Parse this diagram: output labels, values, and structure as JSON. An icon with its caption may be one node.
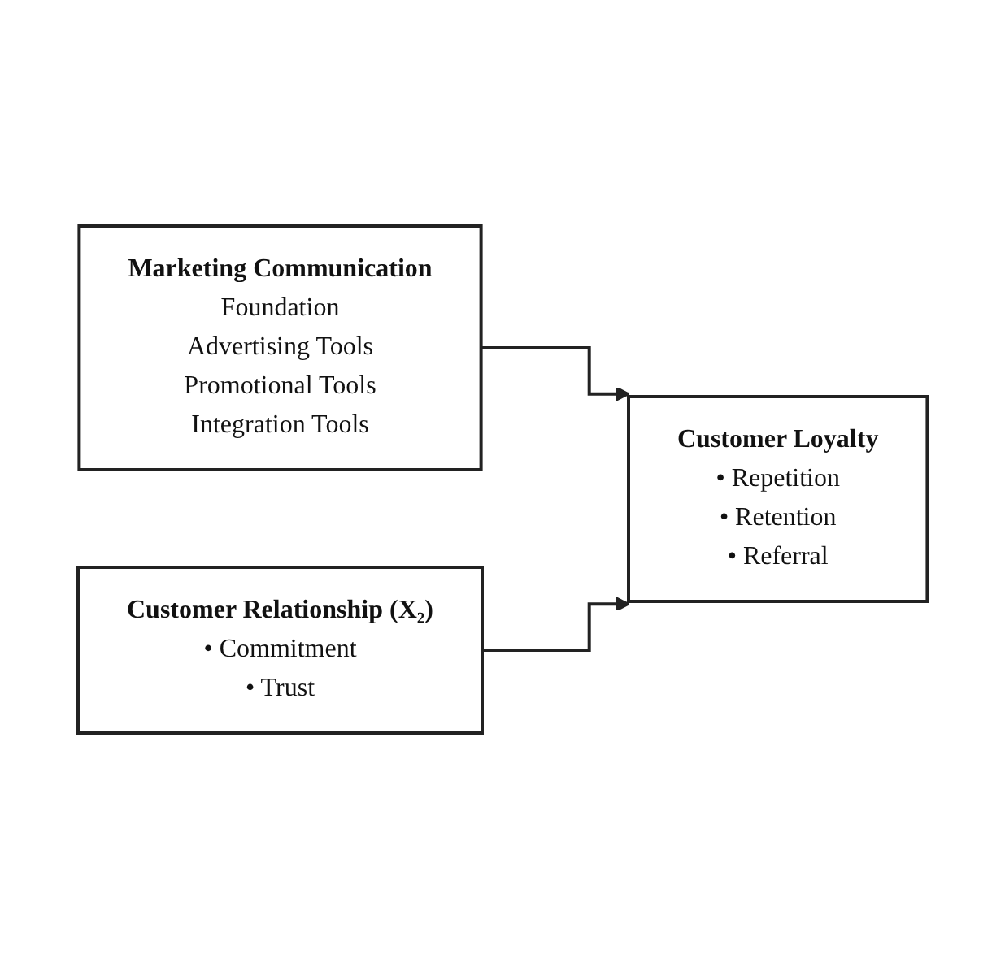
{
  "diagram": {
    "nodes": [
      {
        "text": [
          "Marketing Communication",
          "Foundation",
          "Advertising Tools",
          "Promotional Tools",
          "Integration Tools"
        ]
      },
      {
        "text": [
          "Customer Loyalty",
          "• Repetition",
          "• Retention",
          "• Referral"
        ]
      },
      {
        "text": [
          "Customer Relationship (X₂)",
          "• Commitment",
          "• Trust"
        ]
      }
    ],
    "edges": [
      {
        "from": 0,
        "to": 1,
        "arrow": "to"
      },
      {
        "from": 2,
        "to": 1,
        "arrow": "to"
      }
    ]
  }
}
